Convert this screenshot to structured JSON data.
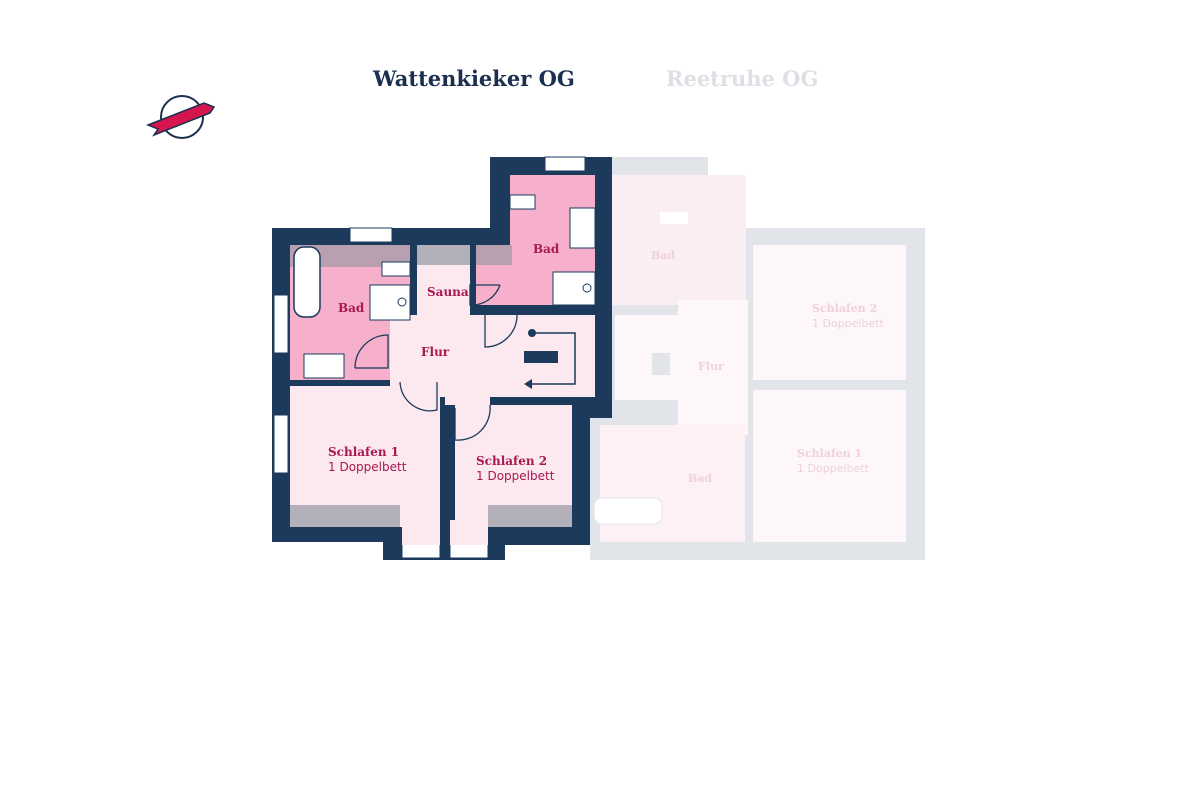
{
  "tabs": [
    {
      "label": "Wattenkieker OG",
      "active": true
    },
    {
      "label": "Reetruhe OG",
      "active": false
    }
  ],
  "colors": {
    "wall": "#1b3a5c",
    "wet": "#f6b0cb",
    "room": "#fce8ef",
    "accent": "#d4154f",
    "inactive": "#dde0e4"
  },
  "plan_active": {
    "bad_left": "Bad",
    "sauna": "Sauna",
    "bad_right": "Bad",
    "flur": "Flur",
    "schlafen1": {
      "name": "Schlafen 1",
      "beds": "1 Doppelbett"
    },
    "schlafen2": {
      "name": "Schlafen 2",
      "beds": "1 Doppelbett"
    }
  },
  "plan_inactive": {
    "bad_top": "Bad",
    "flur": "Flur",
    "bad_bottom": "Bad",
    "schlafen2": {
      "name": "Schlafen 2",
      "beds": "1 Doppelbett"
    },
    "schlafen1": {
      "name": "Schlafen 1",
      "beds": "1 Doppelbett"
    }
  }
}
